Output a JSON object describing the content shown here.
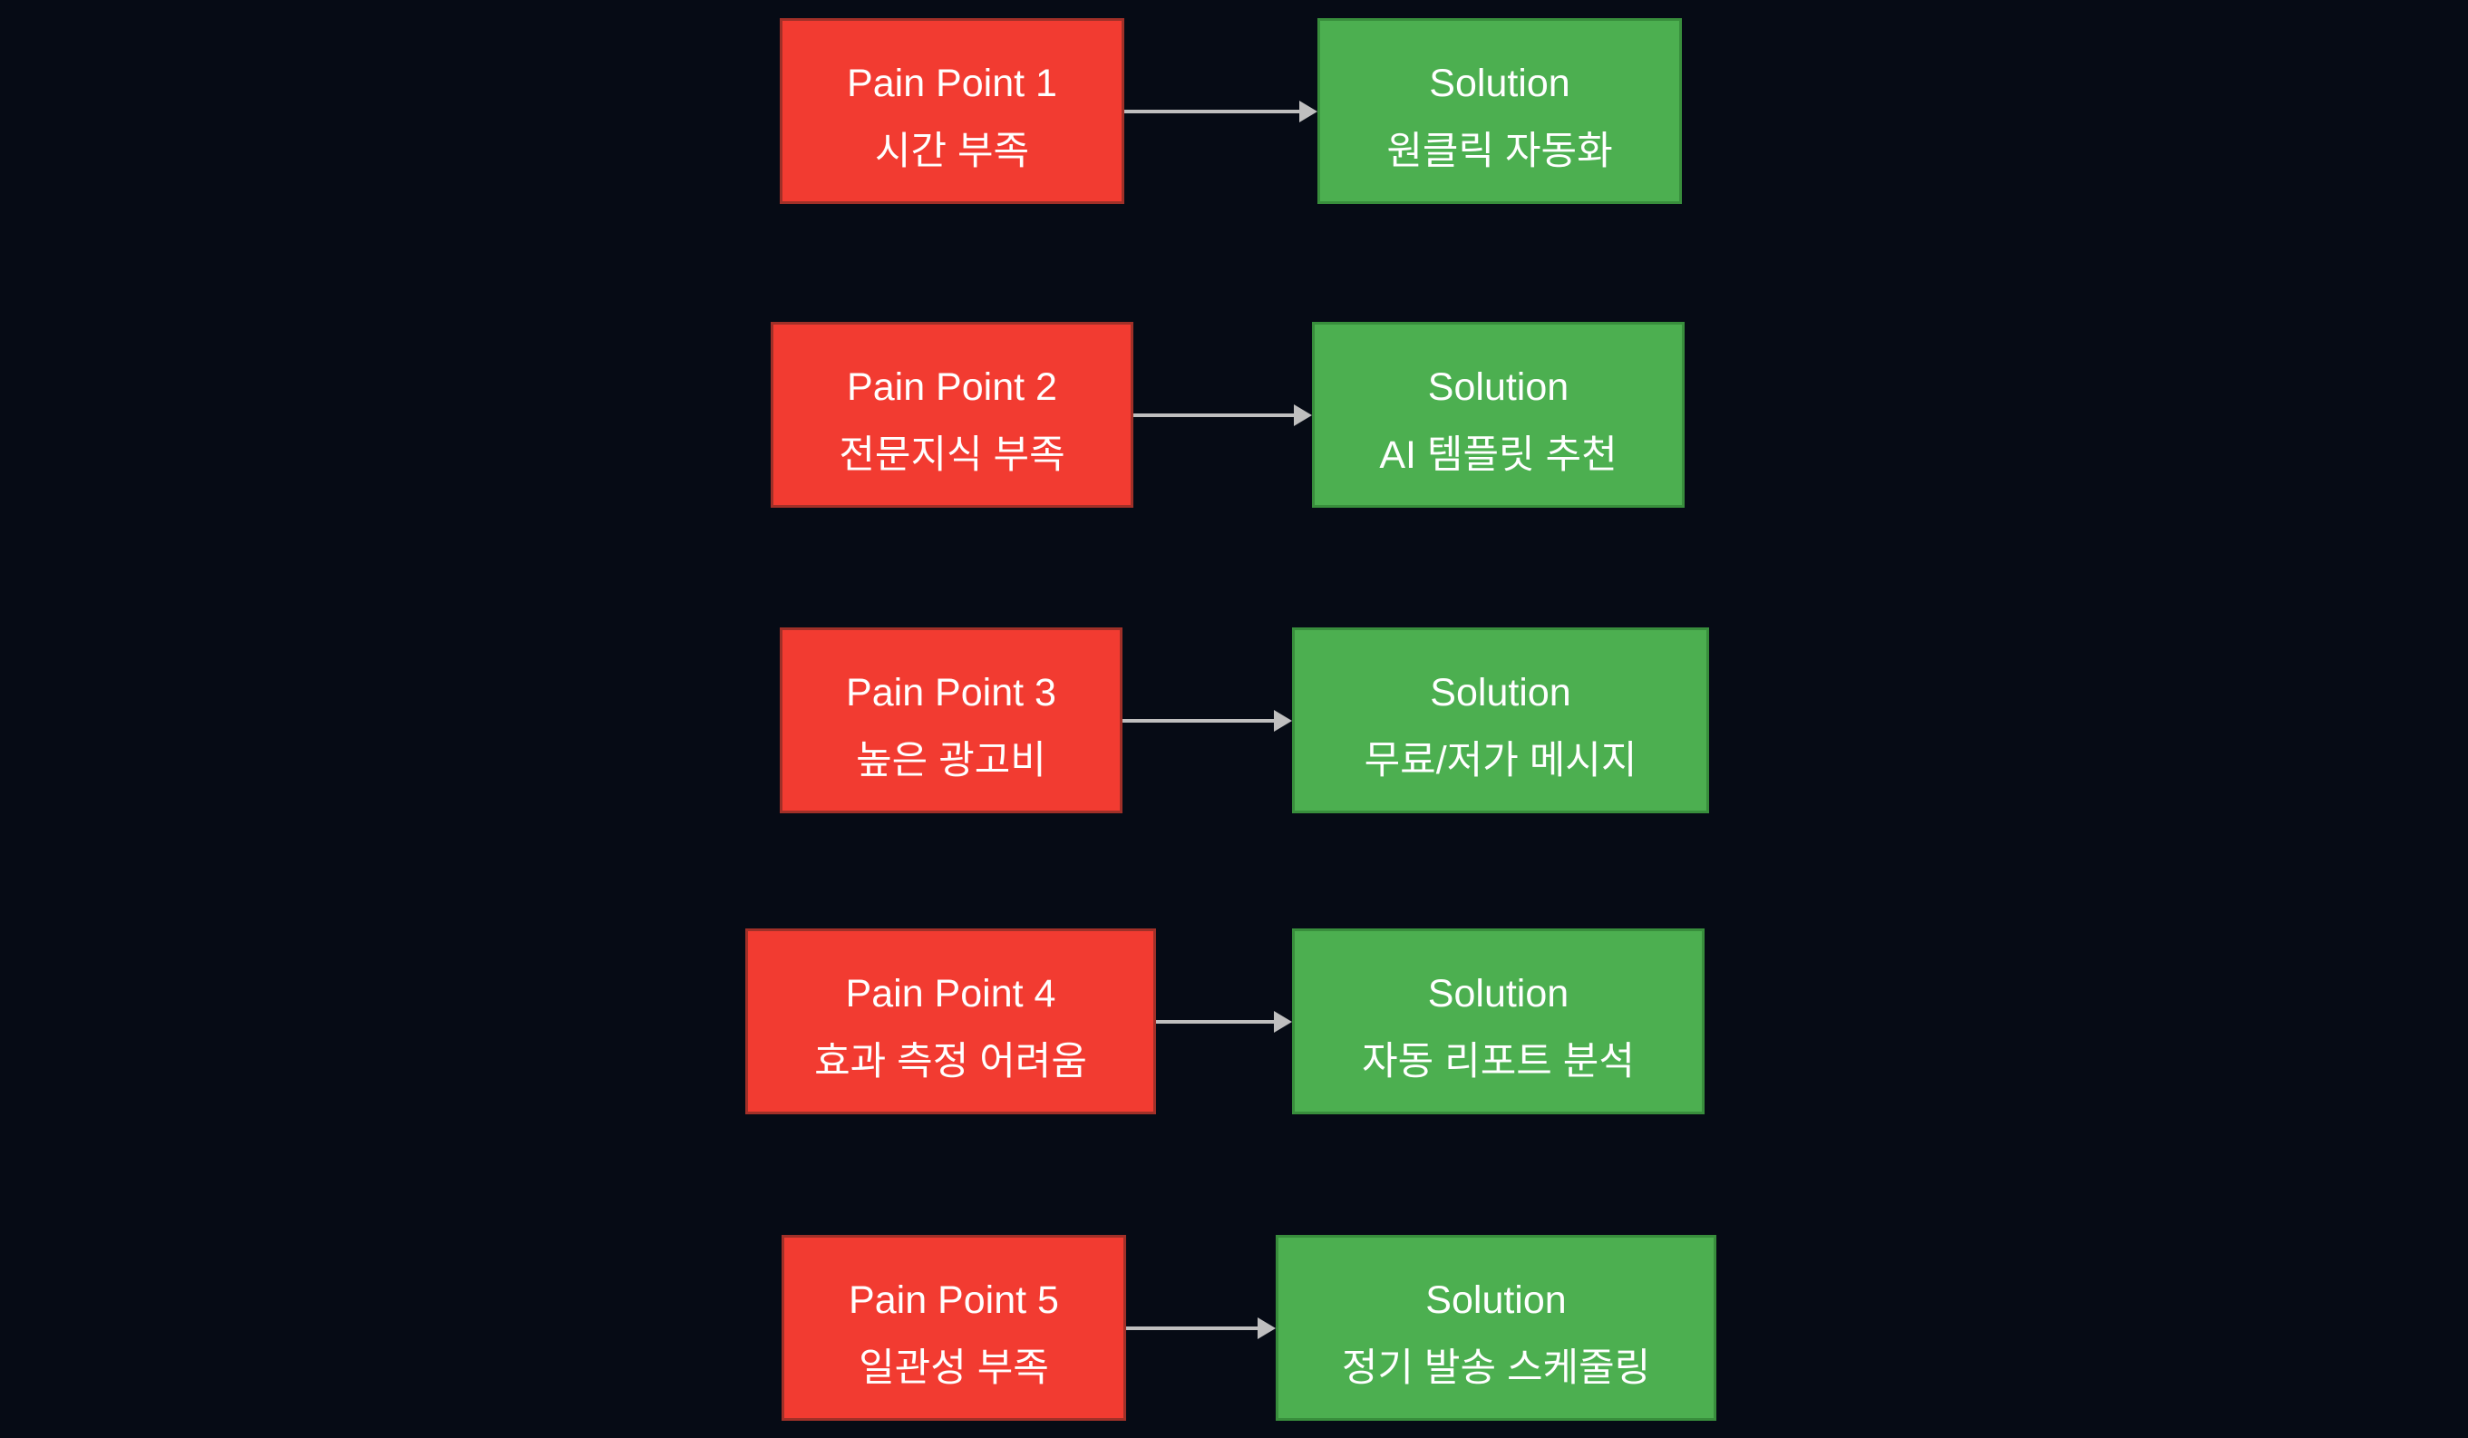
{
  "rows": [
    {
      "pain_title": "Pain Point 1",
      "pain_desc": "시간 부족",
      "solution_title": "Solution",
      "solution_desc": "원클릭 자동화"
    },
    {
      "pain_title": "Pain Point 2",
      "pain_desc": "전문지식 부족",
      "solution_title": "Solution",
      "solution_desc": "AI 템플릿 추천"
    },
    {
      "pain_title": "Pain Point 3",
      "pain_desc": "높은 광고비",
      "solution_title": "Solution",
      "solution_desc": "무료/저가 메시지"
    },
    {
      "pain_title": "Pain Point 4",
      "pain_desc": "효과 측정 어려움",
      "solution_title": "Solution",
      "solution_desc": "자동 리포트 분석"
    },
    {
      "pain_title": "Pain Point 5",
      "pain_desc": "일관성 부족",
      "solution_title": "Solution",
      "solution_desc": "정기 발송 스케줄링"
    }
  ],
  "colors": {
    "bg": "#060b15",
    "pain_fill": "#f23b31",
    "pain_border": "#a03028",
    "sol_fill": "#4caf50",
    "sol_border": "#388e3c",
    "arrow": "#bfbfbf",
    "text": "#ffffff"
  }
}
